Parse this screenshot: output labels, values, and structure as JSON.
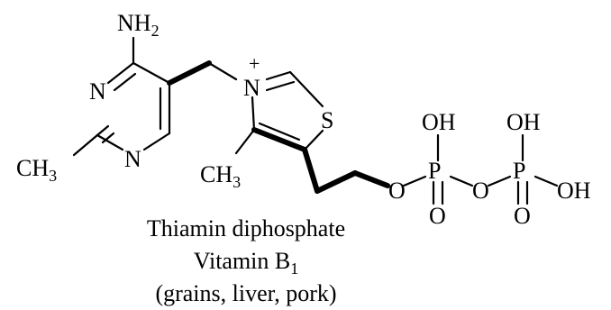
{
  "molecule": {
    "atoms": {
      "nh2": "NH",
      "nh2_sub": "2",
      "n1": "N",
      "n3": "N",
      "ch3_left": "CH",
      "ch3_left_sub": "3",
      "n_plus": "N",
      "charge": "+",
      "s": "S",
      "ch3_thiazole": "CH",
      "ch3_thiazole_sub": "3",
      "o_link": "O",
      "p1": "P",
      "oh1": "OH",
      "o1_bottom": "O",
      "o_bridge": "O",
      "p2": "P",
      "oh2_top": "OH",
      "oh2_right": "OH",
      "o2_bottom": "O"
    }
  },
  "caption": {
    "line1": "Thiamin diphosphate",
    "line2": "Vitamin B",
    "line2_sub": "1",
    "line3": "(grains, liver, pork)"
  }
}
